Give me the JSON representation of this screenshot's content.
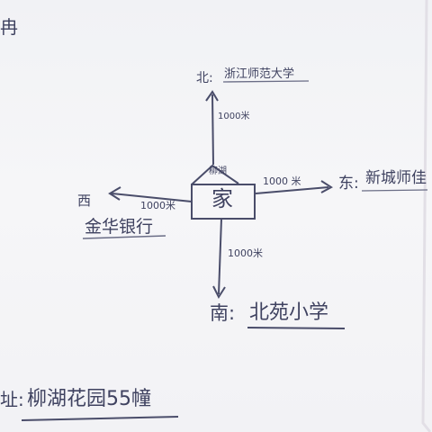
{
  "sketch": {
    "header_fragment": "冉",
    "center": {
      "label": "家",
      "top_note": "柳湖"
    },
    "north": {
      "direction": "北:",
      "place": "浙江师范大学",
      "distance": "1000米"
    },
    "east": {
      "direction": "东:",
      "place": "新城师佳",
      "distance": "1000 米"
    },
    "west": {
      "direction": "西",
      "place": "金华银行",
      "distance": "1000米"
    },
    "south": {
      "direction": "南:",
      "place": "北苑小学",
      "distance": "1000米"
    },
    "address": {
      "prefix": "址:",
      "text": "柳湖花园55幢"
    }
  },
  "colors": {
    "ink": "#3f4260",
    "paper": "#f4f4f6",
    "edge": "#e6e3ea"
  }
}
